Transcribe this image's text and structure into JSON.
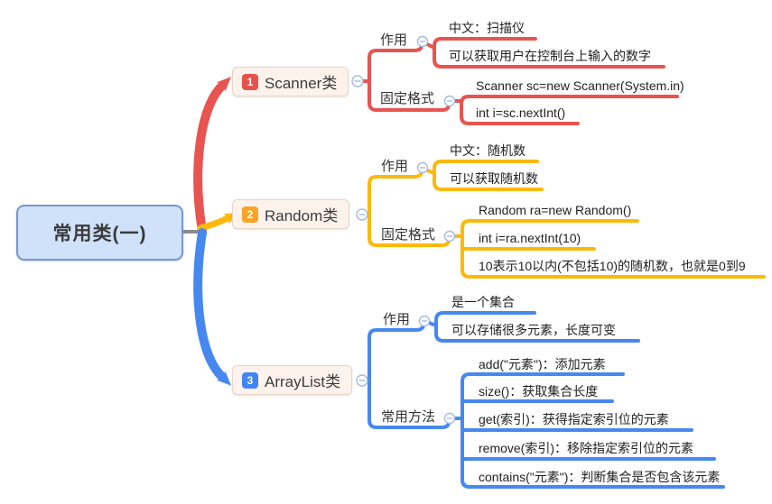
{
  "root": {
    "label": "常用类(一)"
  },
  "branches": [
    {
      "number": "1",
      "label": "Scanner类",
      "color": "#e85450",
      "groups": [
        {
          "label": "作用",
          "leaves": [
            "中文：扫描仪",
            "可以获取用户在控制台上输入的数字"
          ]
        },
        {
          "label": "固定格式",
          "leaves": [
            "Scanner sc=new Scanner(System.in)",
            "int i=sc.nextInt()"
          ]
        }
      ]
    },
    {
      "number": "2",
      "label": "Random类",
      "color": "#fcb90b",
      "groups": [
        {
          "label": "作用",
          "leaves": [
            "中文：随机数",
            "可以获取随机数"
          ]
        },
        {
          "label": "固定格式",
          "leaves": [
            "Random ra=new Random()",
            "int i=ra.nextInt(10)",
            "10表示10以内(不包括10)的随机数，也就是0到9"
          ]
        }
      ]
    },
    {
      "number": "3",
      "label": "ArrayList类",
      "color": "#4788ef",
      "groups": [
        {
          "label": "作用",
          "leaves": [
            "是一个集合",
            "可以存储很多元素，长度可变"
          ]
        },
        {
          "label": "常用方法",
          "leaves": [
            "add(\"元素\")：添加元素",
            "size()：获取集合长度",
            "get(索引)：获得指定索引位的元素",
            "remove(索引)：移除指定索引位的元素",
            "contains(\"元素\")：判断集合是否包含该元素"
          ]
        }
      ]
    }
  ],
  "colors": {
    "branch1_line": "#e85450",
    "branch2_line": "#fcb90b",
    "branch3_line": "#4788ef",
    "badge1": "#e8514c",
    "badge2": "#f9a426",
    "badge3": "#4285f4",
    "root_fill": "#cfe2f9",
    "root_border": "#7696d8",
    "node_fill": "#fdf3ec",
    "node_border": "#e5d6c9",
    "collapse_icon": "#a5bbdf",
    "root_stub_gray": "#8b8b8b"
  }
}
